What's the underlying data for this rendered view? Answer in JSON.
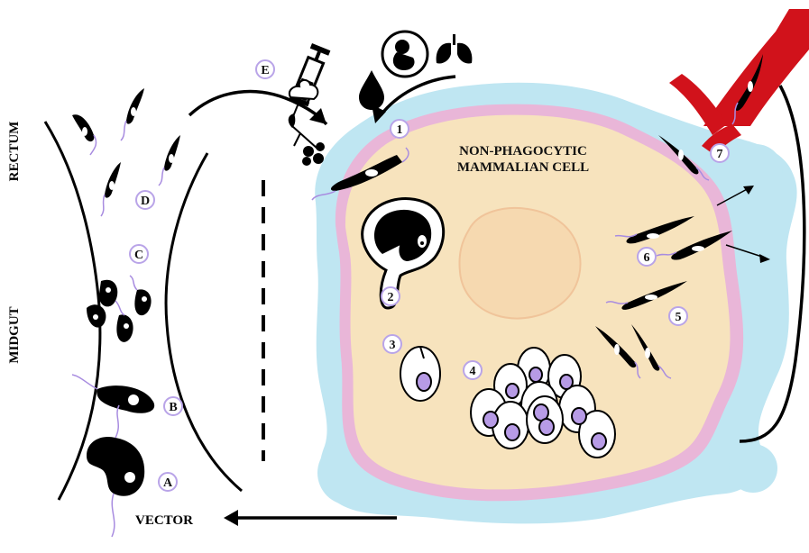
{
  "labels": {
    "rectum": "RECTUM",
    "midgut": "MIDGUT",
    "vector": "VECTOR",
    "cell_line1": "NON-PHAGOCYTIC",
    "cell_line2": "MAMMALIAN CELL"
  },
  "stage_markers": {
    "A": "A",
    "B": "B",
    "C": "C",
    "D": "D",
    "E": "E",
    "s1": "1",
    "s2": "2",
    "s3": "3",
    "s4": "4",
    "s5": "5",
    "s6": "6",
    "s7": "7"
  },
  "colors": {
    "cytoplasm_outer": "#bfe6f2",
    "cell_body": "#f7e3bd",
    "nucleus": "#f6d9b0",
    "membrane": "#e9b6d8",
    "blood_vessel": "#d1121b",
    "marker_stroke": "#b9a4e8",
    "parasite": "#000000",
    "flagellum": "#a88ce0",
    "amastigote_nucleus": "#b79be6"
  },
  "icons": [
    "syringe-icon",
    "blood-drop-icon",
    "fetus-icon",
    "lungs-icon",
    "feces-icon",
    "berries-icon"
  ]
}
